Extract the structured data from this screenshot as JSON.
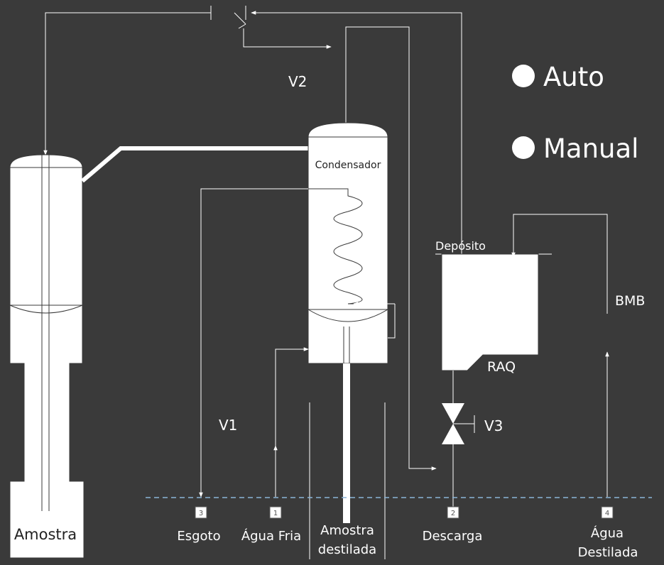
{
  "labels": {
    "v1": "V1",
    "v2": "V2",
    "v3": "V3",
    "condensador": "Condensador",
    "deposito": "Depósito",
    "raq": "RAQ",
    "bmb": "BMB",
    "amostra": "Amostra"
  },
  "modes": {
    "auto": "Auto",
    "manual": "Manual"
  },
  "terminals": [
    {
      "number": "3",
      "line1": "Esgoto",
      "line2": ""
    },
    {
      "number": "1",
      "line1": "Água Fria",
      "line2": ""
    },
    {
      "number": "",
      "line1": "Amostra",
      "line2": "destilada"
    },
    {
      "number": "2",
      "line1": "Descarga",
      "line2": ""
    },
    {
      "number": "4",
      "line1": "Água",
      "line2": "Destilada"
    }
  ],
  "colors": {
    "background": "#3a3a3a",
    "line": "#ffffff",
    "vessel": "#ffffff",
    "dashed_line": "#8ab4d8"
  }
}
